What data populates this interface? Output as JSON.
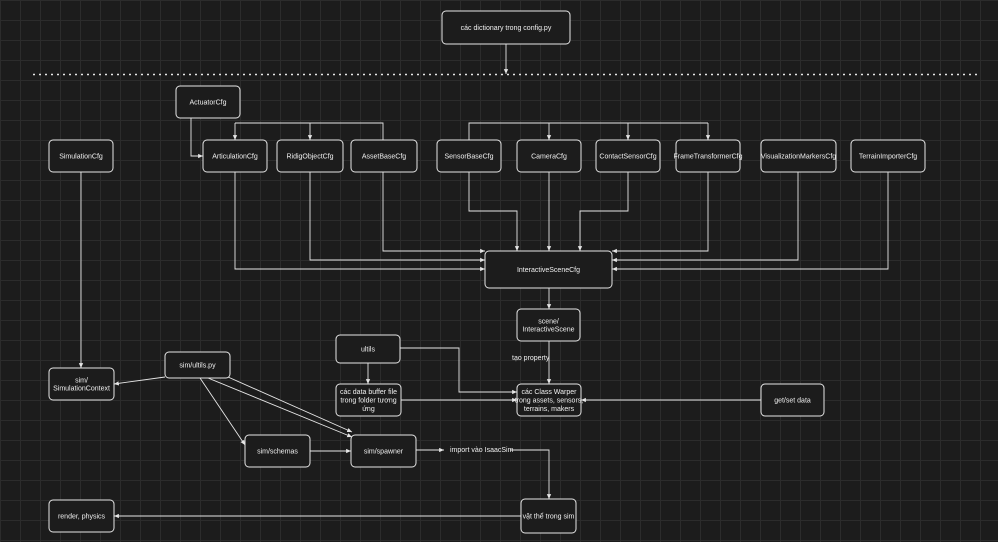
{
  "diagram": {
    "nodes": {
      "config_dicts": [
        "các dictionary trong config.py"
      ],
      "actuator_cfg": [
        "ActuatorCfg"
      ],
      "simulation_cfg": [
        "SimulationCfg"
      ],
      "articulation_cfg": [
        "ArticulationCfg"
      ],
      "ridig_object_cfg": [
        "RidigObjectCfg"
      ],
      "asset_base_cfg": [
        "AssetBaseCfg"
      ],
      "sensor_base_cfg": [
        "SensorBaseCfg"
      ],
      "camera_cfg": [
        "CameraCfg"
      ],
      "contact_sensor_cfg": [
        "ContactSensorCfg"
      ],
      "frame_transformer_cfg": [
        "FrameTransformerCfg"
      ],
      "visualization_markers_cfg": [
        "VisualizationMarkersCfg"
      ],
      "terrain_importer_cfg": [
        "TerrainImporterCfg"
      ],
      "interactive_scene_cfg": [
        "InteractiveSceneCfg"
      ],
      "interactive_scene": [
        "scene/",
        "InteractiveScene"
      ],
      "ultils": [
        "ultils"
      ],
      "sim_ultils": [
        "sim/ultils.py"
      ],
      "simulation_context": [
        "sim/",
        "SimulationContext"
      ],
      "data_buffer": [
        "các data buffer file",
        "trong folder tương",
        "ứng"
      ],
      "class_warper": [
        "các Class Warper",
        "trong assets, sensors,",
        "terrains, makers"
      ],
      "get_set_data": [
        "get/set data"
      ],
      "sim_schemas": [
        "sim/schemas"
      ],
      "sim_spawner": [
        "sim/spawner"
      ],
      "render_physics": [
        "render, physics"
      ],
      "vat_the": [
        "vật thể trong sim"
      ]
    },
    "edge_labels": {
      "tao_property": "tạo property",
      "import_isaacsim": "import vào IsaacSim"
    }
  }
}
